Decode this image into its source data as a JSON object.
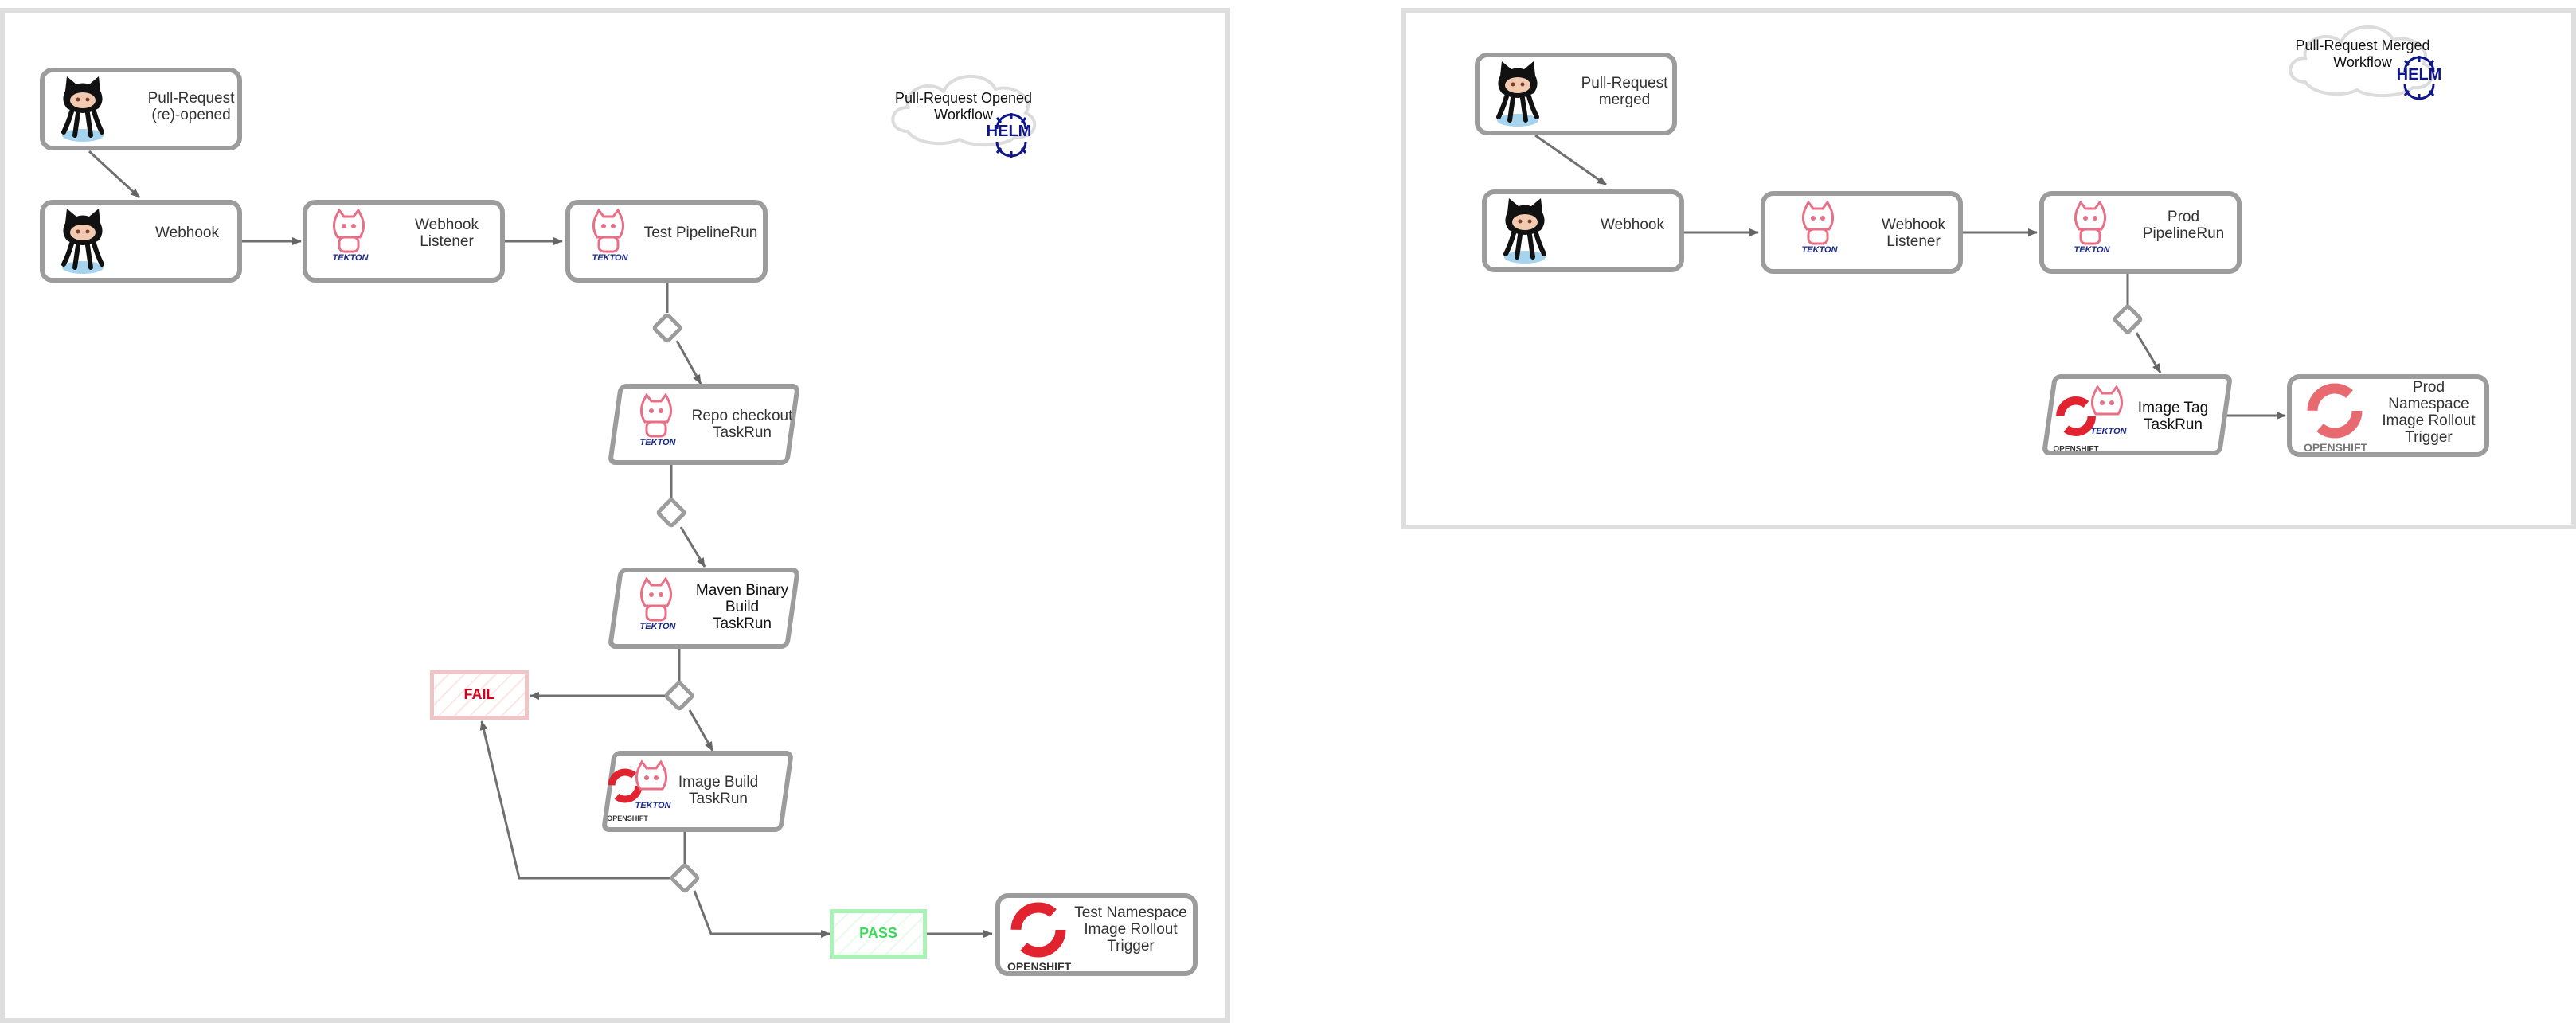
{
  "left_workflow": {
    "cloud_label": "Pull-Request Opened\nWorkflow",
    "helm_label": "HELM",
    "nodes": {
      "pr_reopened": "Pull-Request\n(re)-opened",
      "webhook": "Webhook",
      "webhook_listener": "Webhook\nListener",
      "test_pipelinerun": "Test PipelineRun",
      "repo_checkout": "Repo checkout\nTaskRun",
      "maven_build": "Maven Binary\nBuild\nTaskRun",
      "image_build": "Image Build\nTaskRun",
      "test_rollout": "Test Namespace\nImage Rollout\nTrigger"
    },
    "fail_label": "FAIL",
    "pass_label": "PASS"
  },
  "right_workflow": {
    "cloud_label": "Pull-Request Merged\nWorkflow",
    "helm_label": "HELM",
    "nodes": {
      "pr_merged": "Pull-Request\nmerged",
      "webhook": "Webhook",
      "webhook_listener": "Webhook\nListener",
      "prod_pipelinerun": "Prod\nPipelineRun",
      "image_tag": "Image Tag\nTaskRun",
      "prod_rollout": "Prod\nNamespace\nImage Rollout\nTrigger"
    }
  },
  "icons": {
    "github": "github-octocat-icon",
    "tekton": "tekton-cat-icon",
    "tekton_text": "TEKTON",
    "openshift": "openshift-icon",
    "openshift_text": "OPENSHIFT"
  },
  "colors": {
    "border": "#9c9c9c",
    "frame": "#dedede",
    "fail": "#d0021b",
    "pass": "#3cd95a",
    "openshift_red": "#e0232f",
    "helm_blue": "#0f1689",
    "tekton_pink": "#e86f86"
  }
}
